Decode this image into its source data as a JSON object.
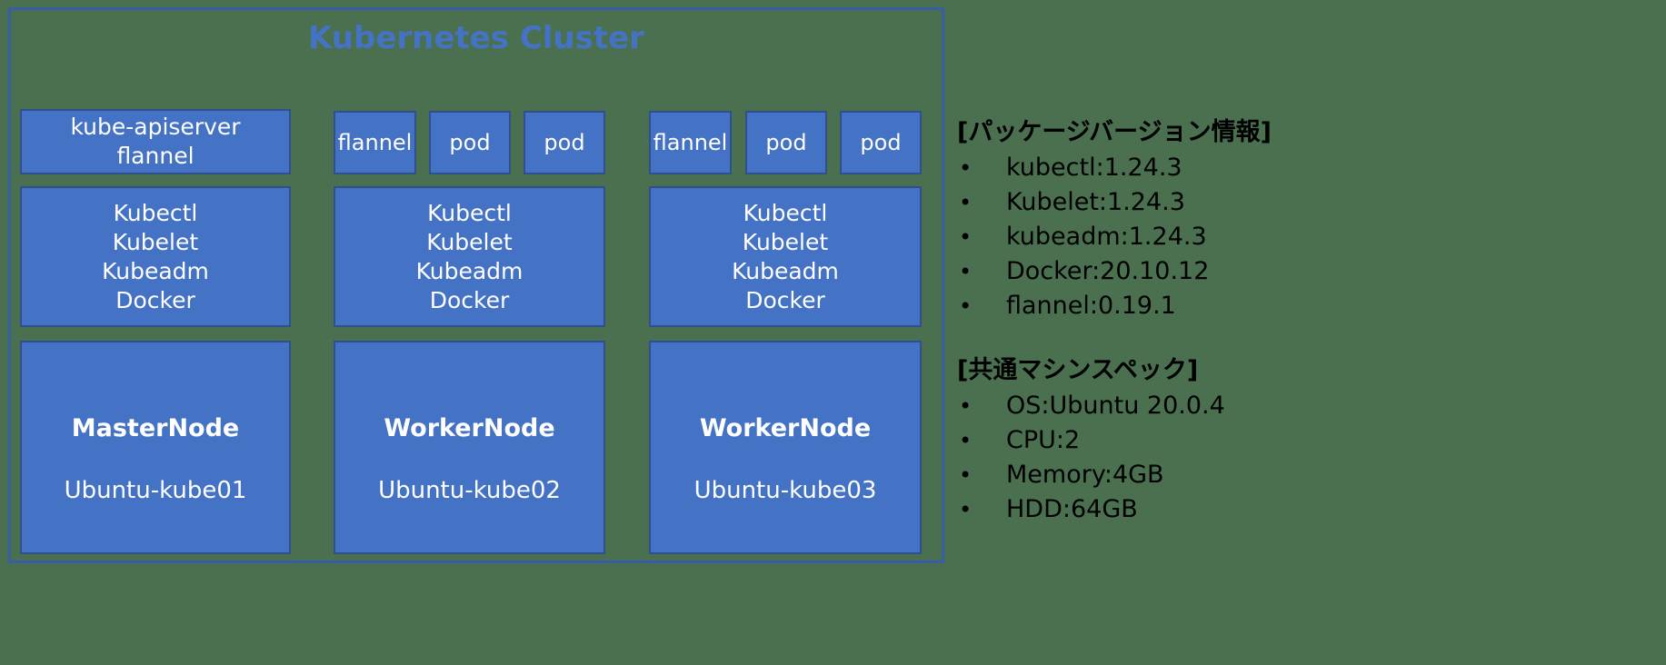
{
  "diagram": {
    "title": "Kubernetes Cluster",
    "background_color": "#4a7050",
    "box_fill_color": "#4472c4",
    "box_border_color": "#2f4f8f",
    "title_color": "#4472c4",
    "frame_border_color": "#3a5da9"
  },
  "columns": [
    {
      "top_boxes": [
        {
          "label": "kube-apiserver\nflannel"
        }
      ],
      "components": "Kubectl\nKubelet\nKubeadm\nDocker",
      "node_role": "MasterNode",
      "node_host": "Ubuntu-kube01"
    },
    {
      "top_boxes": [
        {
          "label": "flannel"
        },
        {
          "label": "pod"
        },
        {
          "label": "pod"
        }
      ],
      "components": "Kubectl\nKubelet\nKubeadm\nDocker",
      "node_role": "WorkerNode",
      "node_host": "Ubuntu-kube02"
    },
    {
      "top_boxes": [
        {
          "label": "flannel"
        },
        {
          "label": "pod"
        },
        {
          "label": "pod"
        }
      ],
      "components": "Kubectl\nKubelet\nKubeadm\nDocker",
      "node_role": "WorkerNode",
      "node_host": "Ubuntu-kube03"
    }
  ],
  "info": {
    "package_versions": {
      "heading": "[パッケージバージョン情報]",
      "items": [
        "kubectl:1.24.3",
        "Kubelet:1.24.3",
        "kubeadm:1.24.3",
        "Docker:20.10.12",
        "flannel:0.19.1"
      ]
    },
    "machine_spec": {
      "heading": "[共通マシンスペック]",
      "items": [
        "OS:Ubuntu 20.0.4",
        "CPU:2",
        "Memory:4GB",
        "HDD:64GB"
      ]
    },
    "bullet_glyph": "•"
  }
}
